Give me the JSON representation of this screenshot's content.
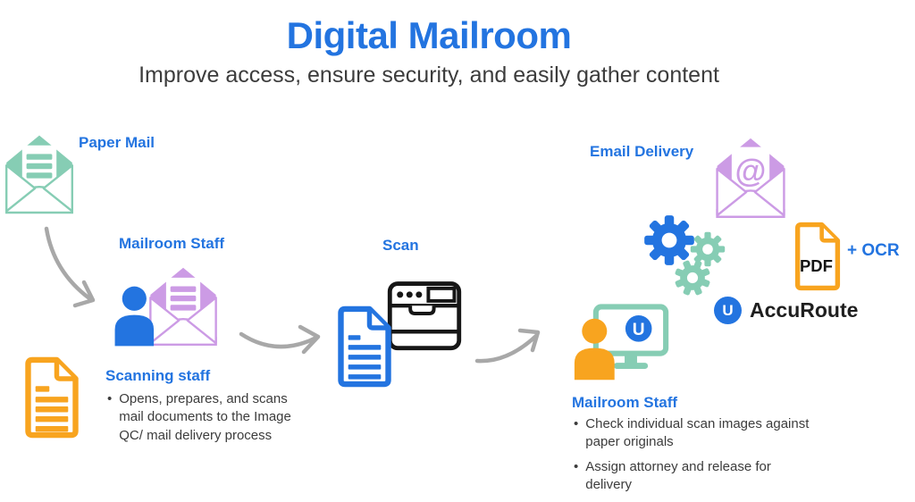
{
  "colors": {
    "blue": "#2374E0",
    "teal": "#86CDB4",
    "purple": "#CC9BE5",
    "orange": "#F8A41F",
    "gray": "#A8A8A8",
    "dark": "#3C3C3C",
    "ink": "#161616"
  },
  "header": {
    "title": "Digital Mailroom",
    "subtitle": "Improve access, ensure security, and easily gather content"
  },
  "paper_mail": {
    "label": "Paper Mail"
  },
  "mailroom_scan": {
    "label": "Mailroom Staff",
    "role": "Scanning staff",
    "bullets": [
      "Opens, prepares, and scans mail documents to the Image QC/ mail delivery process"
    ]
  },
  "scan": {
    "label": "Scan"
  },
  "email": {
    "label": "Email Delivery",
    "at_symbol": "@"
  },
  "pdf": {
    "doc_text": "PDF",
    "suffix": "+ OCR"
  },
  "accuroute": {
    "initial": "U",
    "name": "AccuRoute"
  },
  "mailroom_qc": {
    "label": "Mailroom Staff",
    "monitor_initial": "U",
    "bullets": [
      "Check individual scan images against paper originals",
      "Assign attorney and release for delivery"
    ]
  },
  "ui": {
    "bullet_glyph": "•"
  }
}
